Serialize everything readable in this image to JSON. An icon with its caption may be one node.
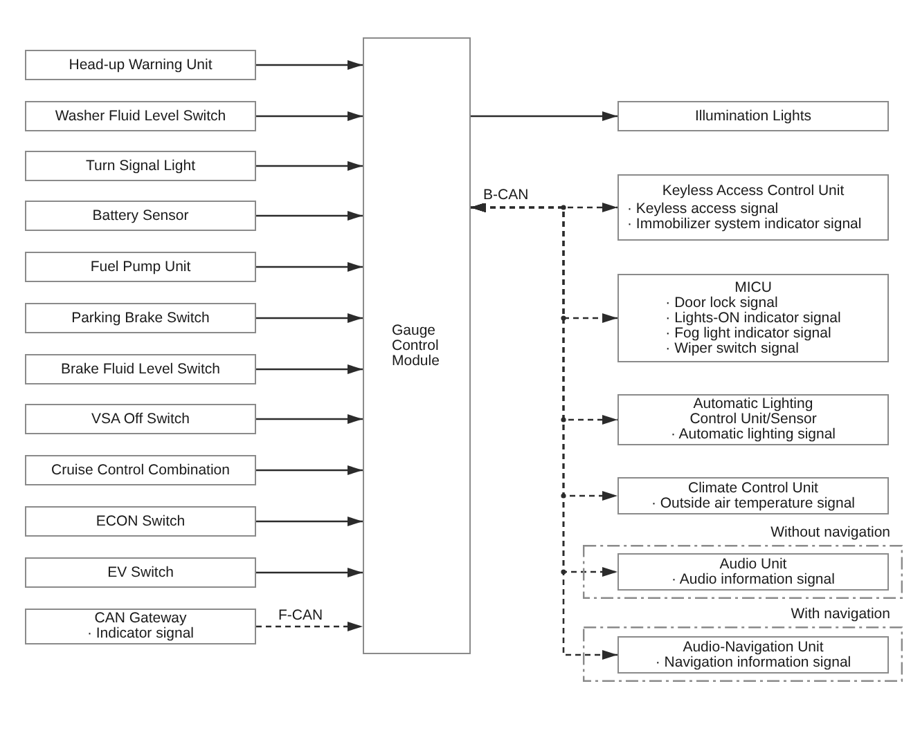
{
  "diagram": {
    "nodes": [
      {
        "text": [
          "Head-up Warning Unit"
        ]
      },
      {
        "text": [
          "Washer Fluid Level Switch"
        ]
      },
      {
        "text": [
          "Turn Signal Light"
        ]
      },
      {
        "text": [
          "Battery Sensor"
        ]
      },
      {
        "text": [
          "Fuel Pump Unit"
        ]
      },
      {
        "text": [
          "Parking Brake Switch"
        ]
      },
      {
        "text": [
          "Brake Fluid Level Switch"
        ]
      },
      {
        "text": [
          "VSA Off Switch"
        ]
      },
      {
        "text": [
          "Cruise Control Combination"
        ]
      },
      {
        "text": [
          "ECON Switch"
        ]
      },
      {
        "text": [
          "EV Switch"
        ]
      },
      {
        "text": [
          "CAN Gateway",
          "· Indicator signal"
        ]
      },
      {
        "text": [
          "Gauge Control Module"
        ]
      },
      {
        "text": [
          "Illumination Lights"
        ]
      },
      {
        "text": [
          "Keyless Access Control Unit",
          "· Keyless access signal",
          "· Immobilizer system indicator signal"
        ]
      },
      {
        "text": [
          "MICU",
          "· Door lock signal",
          "· Lights-ON indicator signal",
          "· Fog light indicator signal",
          "· Wiper switch signal"
        ]
      },
      {
        "text": [
          "Automatic Lighting Control Unit/Sensor",
          "· Automatic lighting signal"
        ]
      },
      {
        "text": [
          "Climate Control Unit",
          "· Outside air temperature signal"
        ]
      },
      {
        "text": [
          "Without navigation"
        ]
      },
      {
        "text": [
          "Audio Unit",
          "· Audio information signal"
        ],
        "in": 18
      },
      {
        "text": [
          "With navigation"
        ]
      },
      {
        "text": [
          "Audio-Navigation Unit",
          "· Navigation information signal"
        ],
        "in": 20
      }
    ],
    "edges": [
      {
        "from": 0,
        "to": 12,
        "arrow": "to"
      },
      {
        "from": 1,
        "to": 12,
        "arrow": "to"
      },
      {
        "from": 2,
        "to": 12,
        "arrow": "to"
      },
      {
        "from": 3,
        "to": 12,
        "arrow": "to"
      },
      {
        "from": 4,
        "to": 12,
        "arrow": "to"
      },
      {
        "from": 5,
        "to": 12,
        "arrow": "to"
      },
      {
        "from": 6,
        "to": 12,
        "arrow": "to"
      },
      {
        "from": 7,
        "to": 12,
        "arrow": "to"
      },
      {
        "from": 8,
        "to": 12,
        "arrow": "to"
      },
      {
        "from": 9,
        "to": 12,
        "arrow": "to"
      },
      {
        "from": 10,
        "to": 12,
        "arrow": "to"
      },
      {
        "from": 11,
        "to": 12,
        "arrow": "to",
        "label": "F-CAN",
        "style": "dashed"
      },
      {
        "from": 12,
        "to": 13,
        "arrow": "to"
      },
      {
        "from": 12,
        "to": 14,
        "arrow": "both",
        "label": "B-CAN",
        "style": "dashed"
      },
      {
        "from": 12,
        "to": 15,
        "arrow": "both",
        "style": "dashed"
      },
      {
        "from": 12,
        "to": 16,
        "arrow": "both",
        "style": "dashed"
      },
      {
        "from": 12,
        "to": 17,
        "arrow": "both",
        "style": "dashed"
      },
      {
        "from": 12,
        "to": 19,
        "arrow": "both",
        "style": "dashed"
      },
      {
        "from": 12,
        "to": 21,
        "arrow": "both",
        "style": "dashed"
      }
    ]
  }
}
